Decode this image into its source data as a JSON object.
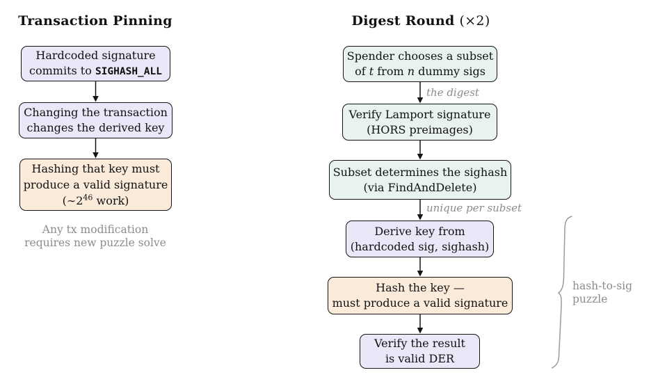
{
  "colors": {
    "lavender_fill": "#e8e8f8",
    "mint_fill": "#e9f3ee",
    "peach_fill": "#faebda",
    "box_border": "#141414",
    "gray_text": "#8c8c8c",
    "arrow": "#141414"
  },
  "left_column": {
    "title": "Transaction Pinning",
    "box1": {
      "line1": "Hardcoded signature",
      "line2a": "commits to ",
      "line2_code": "SIGHASH_ALL"
    },
    "box2": {
      "line1": "Changing the transaction",
      "line2": "changes the derived key"
    },
    "box3": {
      "line1": "Hashing that key must",
      "line2": "produce a valid signature",
      "line3a": "(∼2",
      "line3_sup": "46",
      "line3b": " work)"
    },
    "caption_line1": "Any tx modification",
    "caption_line2": "requires new puzzle solve"
  },
  "right_column": {
    "title_bold": "Digest Round ",
    "title_math": "(×2)",
    "box1": {
      "line1": "Spender chooses a subset",
      "line2a": "of ",
      "line2_t": "t",
      "line2b": " from ",
      "line2_n": "n",
      "line2c": " dummy sigs"
    },
    "arrow_label1": "the digest",
    "box2": {
      "line1": "Verify Lamport signature",
      "line2": "(HORS preimages)"
    },
    "box3": {
      "line1": "Subset determines the sighash",
      "line2": "(via FindAndDelete)"
    },
    "arrow_label2": "unique per subset",
    "box4": {
      "line1": "Derive key from",
      "line2": "(hardcoded sig, sighash)"
    },
    "box5": {
      "line1": "Hash the key —",
      "line2": "must produce a valid signature"
    },
    "box6": {
      "line1": "Verify the result",
      "line2": "is valid DER"
    },
    "brace_label_line1": "hash-to-sig",
    "brace_label_line2": "puzzle"
  }
}
